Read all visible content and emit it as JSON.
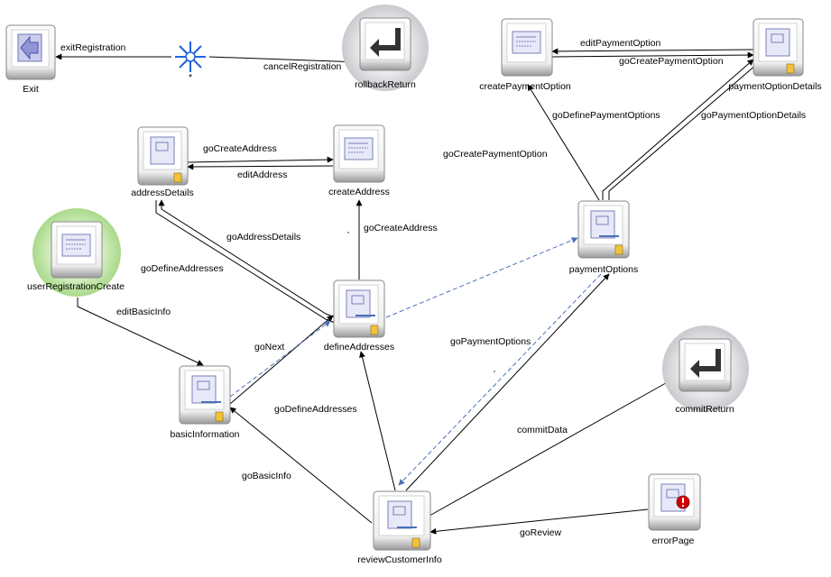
{
  "diagram": {
    "nodes": {
      "exit": {
        "label": "Exit"
      },
      "wildcard": {
        "label": "*"
      },
      "rollbackReturn": {
        "label": "rollbackReturn"
      },
      "createPaymentOption": {
        "label": "createPaymentOption"
      },
      "paymentOptionDetails": {
        "label": "paymentOptionDetails"
      },
      "addressDetails": {
        "label": "addressDetails"
      },
      "createAddress": {
        "label": "createAddress"
      },
      "userRegistrationCreate": {
        "label": "userRegistrationCreate"
      },
      "paymentOptions": {
        "label": "paymentOptions"
      },
      "defineAddresses": {
        "label": "defineAddresses"
      },
      "basicInformation": {
        "label": "basicInformation"
      },
      "commitReturn": {
        "label": "commitReturn"
      },
      "reviewCustomerInfo": {
        "label": "reviewCustomerInfo"
      },
      "errorPage": {
        "label": "errorPage"
      }
    },
    "edges": {
      "exitRegistration": "exitRegistration",
      "cancelRegistration": "cancelRegistration",
      "editPaymentOption": "editPaymentOption",
      "goCreatePaymentOption_top": "goCreatePaymentOption",
      "goDefinePaymentOptions": "goDefinePaymentOptions",
      "goPaymentOptionDetails": "goPaymentOptionDetails",
      "goCreatePaymentOption_left": "goCreatePaymentOption",
      "goCreateAddress_top": "goCreateAddress",
      "editAddress": "editAddress",
      "goAddressDetails": "goAddressDetails",
      "goCreateAddress_right": "goCreateAddress",
      "goDefineAddresses_left": "goDefineAddresses",
      "editBasicInfo": "editBasicInfo",
      "goNext": "goNext",
      "goPaymentOptions": "goPaymentOptions",
      "goDefineAddresses_bottom": "goDefineAddresses",
      "commitData": "commitData",
      "goBasicInfo": "goBasicInfo",
      "goReview": "goReview"
    }
  },
  "colors": {
    "edge": "#000000",
    "dashed_edge": "#4a70b8",
    "start_halo": "#bfe3a8",
    "return_halo": "#d8d8dc",
    "error": "#d40000",
    "wildcard": "#2060e0"
  }
}
